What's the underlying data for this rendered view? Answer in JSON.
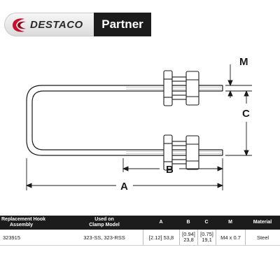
{
  "brand": {
    "logo_text": "DESTACO",
    "partner_label": "Partner",
    "accent_color": "#c8102e"
  },
  "drawing": {
    "dimension_labels": {
      "a": "A",
      "b": "B",
      "c": "C",
      "m": "M"
    }
  },
  "table": {
    "headers": {
      "hook_line1": "Replacement Hook",
      "hook_line2": "Assembly",
      "model_line1": "Used on",
      "model_line2": "Clamp Model",
      "a": "A",
      "b": "B",
      "c": "C",
      "m": "M",
      "material": "Material"
    },
    "row": {
      "hook": "323915",
      "model": "323-SS, 323-RSS",
      "a": "[2.12] 53,8",
      "b_top": "[0.94]",
      "b_bottom": "23,8",
      "c_top": "[0.75]",
      "c_bottom": "19,1",
      "m": "M4 x 0.7",
      "material": "Steel"
    }
  }
}
